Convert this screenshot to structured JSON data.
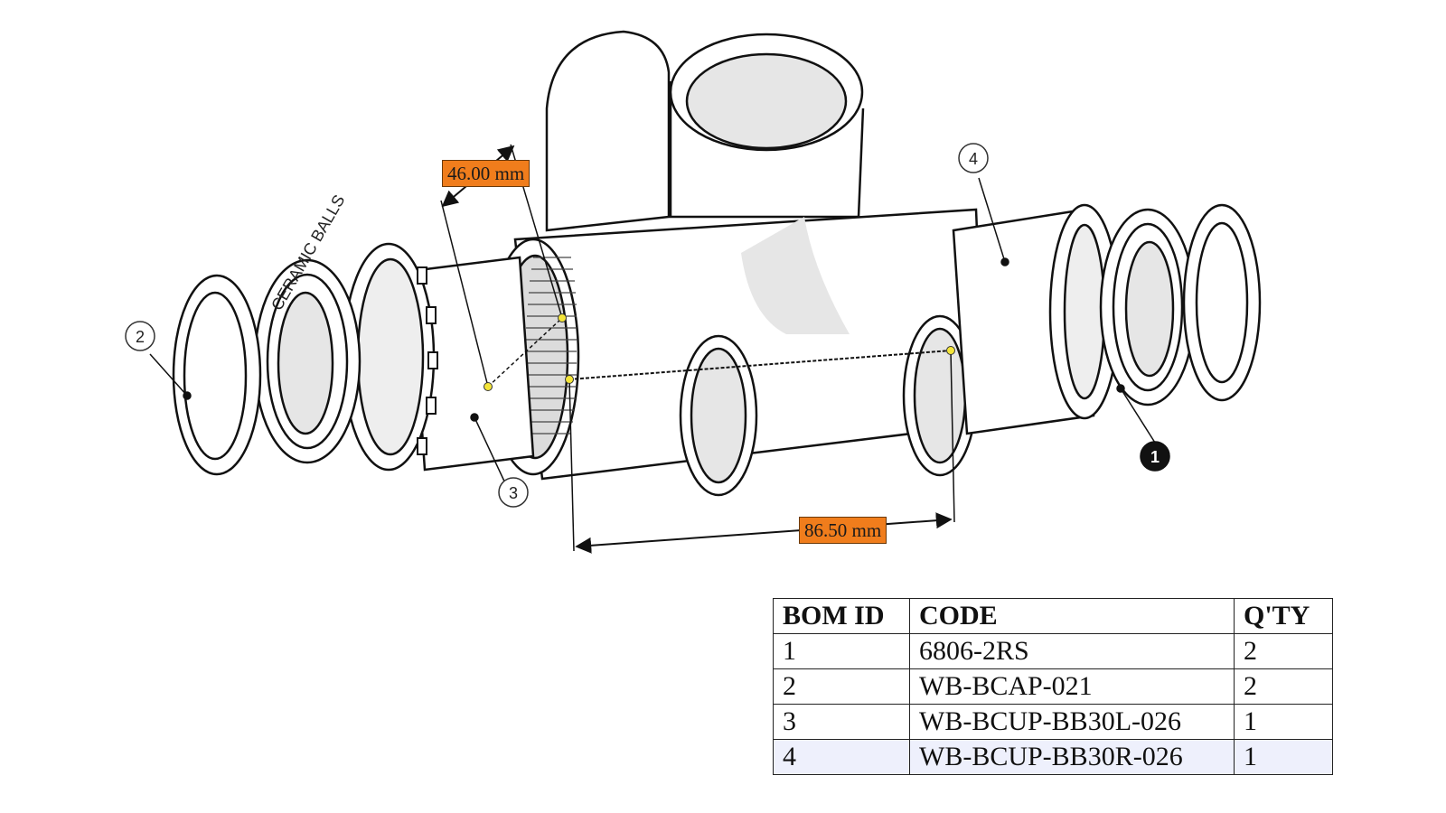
{
  "dimensions": {
    "diameter": "46.00 mm",
    "length": "86.50 mm"
  },
  "callouts": [
    "1",
    "2",
    "3",
    "4"
  ],
  "bearing_text": "CERAMIC BALLS",
  "bom": {
    "headers": [
      "BOM ID",
      "CODE",
      "Q'TY"
    ],
    "rows": [
      {
        "id": "1",
        "code": "6806-2RS",
        "qty": "2"
      },
      {
        "id": "2",
        "code": "WB-BCAP-021",
        "qty": "2"
      },
      {
        "id": "3",
        "code": "WB-BCUP-BB30L-026",
        "qty": "1"
      },
      {
        "id": "4",
        "code": "WB-BCUP-BB30R-026",
        "qty": "1"
      }
    ]
  },
  "colors": {
    "dimension_label": "#f07d1c",
    "measure_point": "#f4e53a",
    "shading": "#e6e6e6",
    "highlight_row": "#eef0fc"
  }
}
